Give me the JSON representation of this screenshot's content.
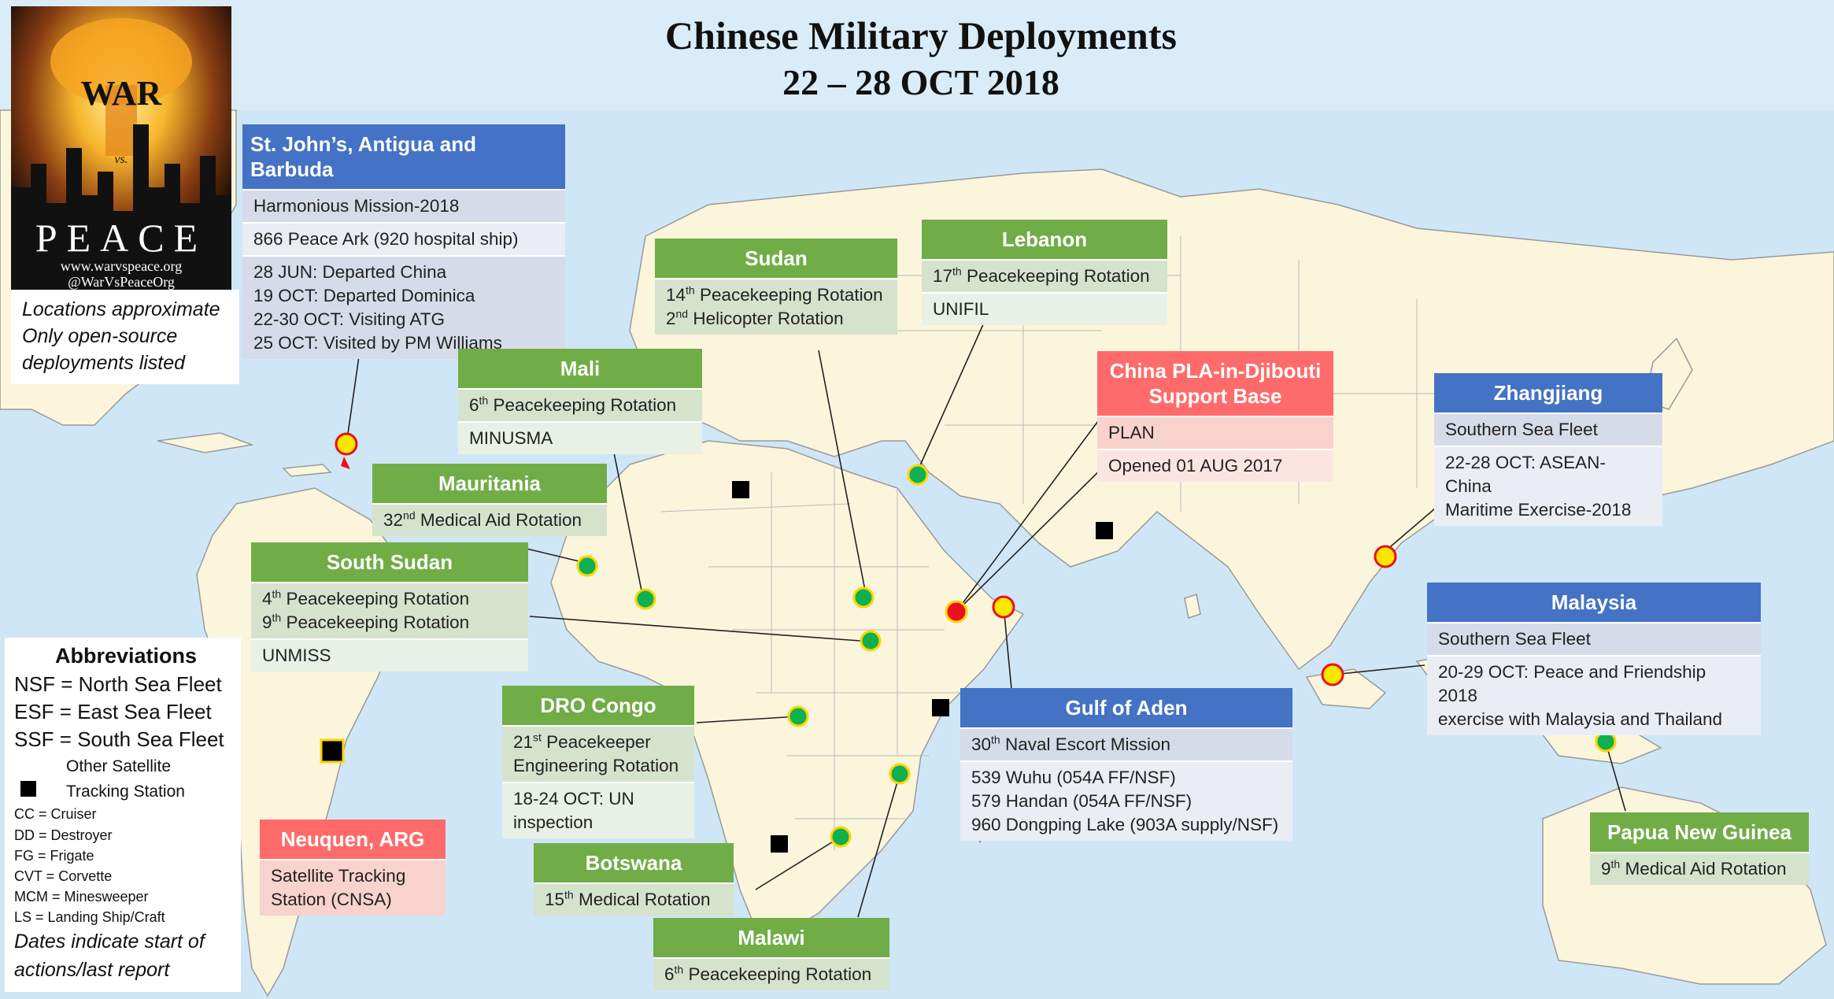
{
  "title": {
    "line1": "Chinese Military Deployments",
    "line2": "22 – 28 OCT 2018"
  },
  "logo": {
    "word_top": "WAR",
    "word_mid": "vs.",
    "word_bottom": "PEACE",
    "url": "www.warvspeace.org",
    "handle": "@WarVsPeaceOrg"
  },
  "notes": {
    "line1": "Locations approximate",
    "line2": "Only open-source",
    "line3": "deployments listed"
  },
  "abbreviations": {
    "heading": "Abbreviations",
    "nsf": "NSF = North Sea Fleet",
    "esf": "ESF = East Sea Fleet",
    "ssf": "SSF = South Sea Fleet",
    "sat1": "Other Satellite",
    "sat2": "Tracking Station",
    "cc": "CC = Cruiser",
    "dd": "DD = Destroyer",
    "fg": "FG = Frigate",
    "cvt": "CVT = Corvette",
    "mcm": "MCM = Minesweeper",
    "ls": "LS = Landing Ship/Craft",
    "dates1": "Dates indicate start of",
    "dates2": "actions/last report"
  },
  "colors": {
    "blue": "#4472c4",
    "green": "#70ad47",
    "red": "#ff6b6b",
    "marker_green": "#10b050",
    "marker_yellow": "#ffd400",
    "marker_red": "#e8121a"
  },
  "boxes": {
    "antigua": {
      "header": "St. John’s, Antigua and Barbuda",
      "r1": "Harmonious Mission-2018",
      "r2": "866 Peace Ark (920 hospital ship)",
      "r3a": "28 JUN: Departed China",
      "r3b": "19 OCT: Departed Dominica",
      "r3c": "22-30 OCT: Visiting ATG",
      "r3d": "25 OCT: Visited by PM Williams"
    },
    "sudan": {
      "header": "Sudan",
      "r1a_num": "14",
      "r1a_sup": "th",
      "r1a_txt": " Peacekeeping Rotation",
      "r1b_num": "2",
      "r1b_sup": "nd",
      "r1b_txt": " Helicopter Rotation"
    },
    "lebanon": {
      "header": "Lebanon",
      "r1_num": "17",
      "r1_sup": "th",
      "r1_txt": " Peacekeeping Rotation",
      "r2": "UNIFIL"
    },
    "mali": {
      "header": "Mali",
      "r1_num": "6",
      "r1_sup": "th",
      "r1_txt": " Peacekeeping Rotation",
      "r2": "MINUSMA"
    },
    "djibouti": {
      "header1": "China PLA-in-Djibouti",
      "header2": "Support Base",
      "r1": "PLAN",
      "r2": "Opened 01 AUG 2017"
    },
    "zhangjiang": {
      "header": "Zhangjiang",
      "r1": "Southern Sea Fleet",
      "r2a": "22-28 OCT: ASEAN-China",
      "r2b": "Maritime Exercise-2018"
    },
    "mauritania": {
      "header": "Mauritania",
      "r1_num": "32",
      "r1_sup": "nd",
      "r1_txt": " Medical Aid Rotation"
    },
    "southsudan": {
      "header": "South Sudan",
      "r1a_num": "4",
      "r1a_sup": "th",
      "r1a_txt": " Peacekeeping Rotation",
      "r1b_num": "9",
      "r1b_sup": "th",
      "r1b_txt": " Peacekeeping Rotation",
      "r2": "UNMISS"
    },
    "malaysia": {
      "header": "Malaysia",
      "r1": "Southern Sea Fleet",
      "r2a": "20-29 OCT: Peace and Friendship 2018",
      "r2b": "exercise with Malaysia and Thailand"
    },
    "congo": {
      "header": "DRO Congo",
      "r1a_num": "21",
      "r1a_sup": "st",
      "r1a_txt": " Peacekeeper",
      "r1b": "Engineering Rotation",
      "r2a": "18-24 OCT: UN",
      "r2b": "inspection"
    },
    "aden": {
      "header": "Gulf of Aden",
      "r1_num": "30",
      "r1_sup": "th",
      "r1_txt": " Naval Escort Mission",
      "r2a": "539 Wuhu (054A FF/NSF)",
      "r2b": "579 Handan (054A FF/NSF)",
      "r2c": "960 Dongping Lake (903A supply/NSF)"
    },
    "neuquen": {
      "header": "Neuquen, ARG",
      "r1a": "Satellite Tracking",
      "r1b": "Station (CNSA)"
    },
    "botswana": {
      "header": "Botswana",
      "r1_num": "15",
      "r1_sup": "th",
      "r1_txt": " Medical Rotation"
    },
    "png": {
      "header": "Papua New Guinea",
      "r1_num": "9",
      "r1_sup": "th",
      "r1_txt": " Medical Aid Rotation"
    },
    "malawi": {
      "header": "Malawi",
      "r1_num": "6",
      "r1_sup": "th",
      "r1_txt": " Peacekeeping Rotation"
    }
  }
}
